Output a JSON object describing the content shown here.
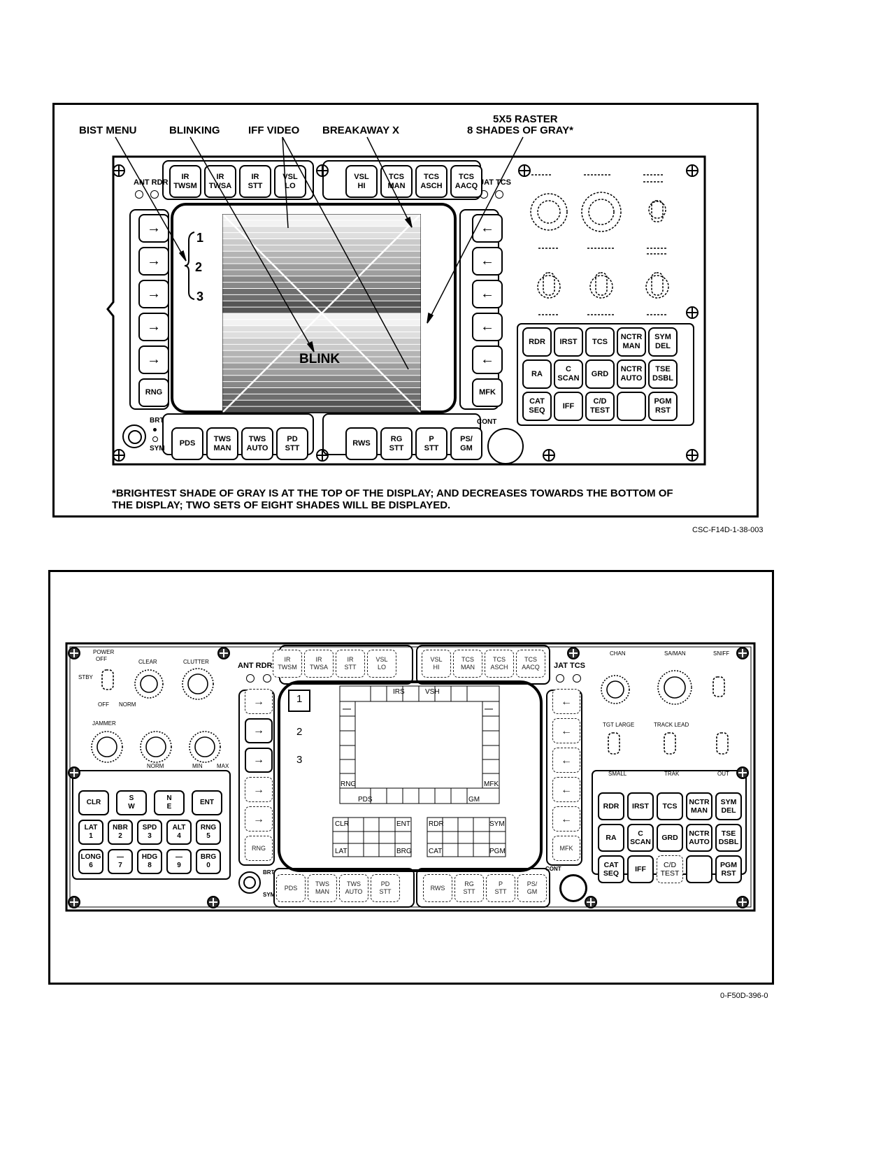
{
  "figure1": {
    "callouts": {
      "bist_menu": "BIST MENU",
      "blinking": "BLINKING",
      "iff_video": "IFF VIDEO",
      "breakaway_x": "BREAKAWAY X",
      "raster_line1": "5X5 RASTER",
      "raster_line2": "8 SHADES OF GRAY*"
    },
    "labels": {
      "ant_rdr": "ANT RDR",
      "jat_tcs": "JAT TCS",
      "brt": "BRT",
      "sym": "SYM",
      "cont": "CONT"
    },
    "top_left_buttons": [
      [
        "IR",
        "TWSM"
      ],
      [
        "IR",
        "TWSA"
      ],
      [
        "IR",
        "STT"
      ],
      [
        "VSL",
        "LO"
      ]
    ],
    "top_right_buttons": [
      [
        "VSL",
        "HI"
      ],
      [
        "TCS",
        "MAN"
      ],
      [
        "TCS",
        "ASCH"
      ],
      [
        "TCS",
        "AACQ"
      ]
    ],
    "bottom_left_buttons": [
      [
        "PDS"
      ],
      [
        "TWS",
        "MAN"
      ],
      [
        "TWS",
        "AUTO"
      ],
      [
        "PD",
        "STT"
      ]
    ],
    "bottom_right_buttons": [
      [
        "RWS"
      ],
      [
        "RG",
        "STT"
      ],
      [
        "P",
        "STT"
      ],
      [
        "PS/",
        "GM"
      ]
    ],
    "left_arrow": "→",
    "right_arrow": "←",
    "left_bottom_button": "RNG",
    "right_bottom_button": "MFK",
    "menu_numbers": [
      "1",
      "2",
      "3"
    ],
    "blink_text": "BLINK",
    "gray_shades": [
      "#f2f2f2",
      "#dedede",
      "#cacaca",
      "#b4b4b4",
      "#9e9e9e",
      "#888888",
      "#6e6e6e",
      "#555555"
    ],
    "keypad": [
      [
        [
          "RDR"
        ],
        [
          "IRST"
        ],
        [
          "TCS"
        ],
        [
          "NCTR",
          "MAN"
        ],
        [
          "SYM",
          "DEL"
        ]
      ],
      [
        [
          "RA"
        ],
        [
          "C",
          "SCAN"
        ],
        [
          "GRD"
        ],
        [
          "NCTR",
          "AUTO"
        ],
        [
          "TSE",
          "DSBL"
        ]
      ],
      [
        [
          "CAT",
          "SEQ"
        ],
        [
          "IFF"
        ],
        [
          "C/D",
          "TEST"
        ],
        [
          ""
        ],
        [
          "PGM",
          "RST"
        ]
      ]
    ],
    "note_line1": "*BRIGHTEST SHADE OF GRAY IS AT  THE TOP OF THE DISPLAY; AND DECREASES TOWARDS THE BOTTOM OF",
    "note_line2": "THE DISPLAY; TWO SETS OF EIGHT SHADES WILL BE DISPLAYED.",
    "code": "CSC-F14D-1-38-003"
  },
  "figure2": {
    "labels": {
      "ant_rdr": "ANT RDR",
      "jat_tcs": "JAT TCS",
      "brt": "BRT",
      "sym": "SYM",
      "cont": "CONT"
    },
    "top_left_buttons": [
      [
        "IR",
        "TWSM"
      ],
      [
        "IR",
        "TWSA"
      ],
      [
        "IR",
        "STT"
      ],
      [
        "VSL",
        "LO"
      ]
    ],
    "top_right_buttons": [
      [
        "VSL",
        "HI"
      ],
      [
        "TCS",
        "MAN"
      ],
      [
        "TCS",
        "ASCH"
      ],
      [
        "TCS",
        "AACQ"
      ]
    ],
    "bottom_left_buttons": [
      [
        "PDS"
      ],
      [
        "TWS",
        "MAN"
      ],
      [
        "TWS",
        "AUTO"
      ],
      [
        "PD",
        "STT"
      ]
    ],
    "bottom_right_buttons": [
      [
        "RWS"
      ],
      [
        "RG",
        "STT"
      ],
      [
        "P",
        "STT"
      ],
      [
        "PS/",
        "GM"
      ]
    ],
    "menu_numbers": [
      "1",
      "2",
      "3"
    ],
    "screen_labels": {
      "irs": "IRS",
      "vsh": "VSH",
      "rng": "RNG",
      "mfk": "MFK",
      "pds": "PDS",
      "gm": "GM",
      "clr": "CLR",
      "ent": "ENT",
      "lat": "LAT",
      "brg": "BRG",
      "rdr": "RDR",
      "sym": "SYM",
      "cat": "CAT",
      "pgm": "PGM"
    },
    "data_keys": [
      [
        [
          "CLR",
          ""
        ],
        [
          "S",
          "W"
        ],
        [
          "N",
          "E"
        ],
        [
          "ENT",
          ""
        ]
      ],
      [
        [
          "LAT",
          "1"
        ],
        [
          "NBR",
          "2"
        ],
        [
          "SPD",
          "3"
        ],
        [
          "ALT",
          "4"
        ],
        [
          "RNG",
          "5"
        ]
      ],
      [
        [
          "LONG",
          "6"
        ],
        [
          "—",
          "7"
        ],
        [
          "HDG",
          "8"
        ],
        [
          "—",
          "9"
        ],
        [
          "BRG",
          "0"
        ]
      ]
    ],
    "keypad": [
      [
        [
          "RDR"
        ],
        [
          "IRST"
        ],
        [
          "TCS"
        ],
        [
          "NCTR",
          "MAN"
        ],
        [
          "SYM",
          "DEL"
        ]
      ],
      [
        [
          "RA"
        ],
        [
          "C",
          "SCAN"
        ],
        [
          "GRD"
        ],
        [
          "NCTR",
          "AUTO"
        ],
        [
          "TSE",
          "DSBL"
        ]
      ],
      [
        [
          "CAT",
          "SEQ"
        ],
        [
          "IFF"
        ],
        [
          "C/D",
          "TEST"
        ],
        [
          ""
        ],
        [
          "PGM",
          "RST"
        ]
      ]
    ],
    "knob_labels": {
      "power": "POWER",
      "off": "OFF",
      "stby": "STBY",
      "norm": "NORM",
      "clear": "CLEAR",
      "clutter": "CLUTTER",
      "jammer": "JAMMER",
      "norm2": "NORM",
      "min": "MIN",
      "max": "MAX",
      "chan": "CHAN",
      "sa_man": "SA/MAN",
      "snift": "SNIFF",
      "tgt_large": "TGT LARGE",
      "track_lead": "TRACK LEAD",
      "small": "SMALL",
      "trak": "TRAK",
      "out": "OUT"
    },
    "code": "0-F50D-396-0"
  }
}
